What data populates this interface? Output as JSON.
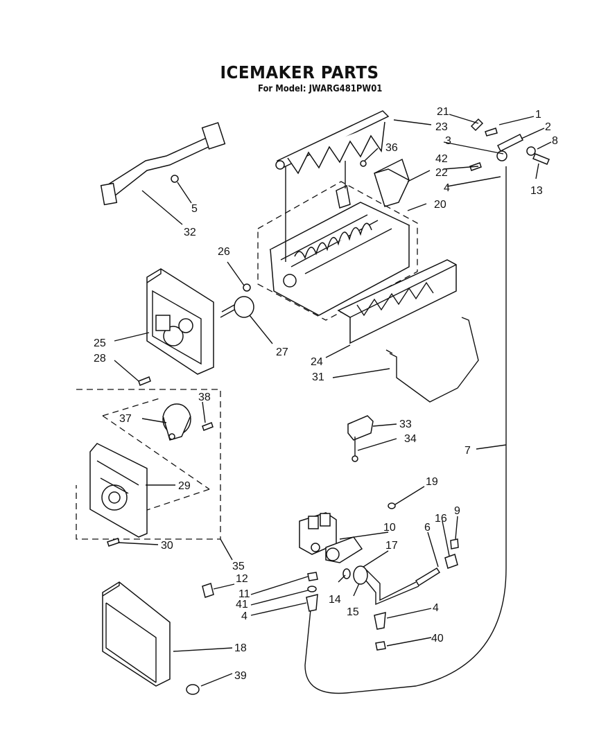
{
  "title": "ICEMAKER PARTS",
  "subtitle": "For Model: JWARG481PW01",
  "callouts": [
    {
      "id": "c1",
      "text": "1"
    },
    {
      "id": "c2",
      "text": "2"
    },
    {
      "id": "c8",
      "text": "8"
    },
    {
      "id": "c21",
      "text": "21"
    },
    {
      "id": "c23",
      "text": "23"
    },
    {
      "id": "c3",
      "text": "3"
    },
    {
      "id": "c36",
      "text": "36"
    },
    {
      "id": "c42",
      "text": "42"
    },
    {
      "id": "c22",
      "text": "22"
    },
    {
      "id": "c13",
      "text": "13"
    },
    {
      "id": "c4a",
      "text": "4"
    },
    {
      "id": "c20",
      "text": "20"
    },
    {
      "id": "c5",
      "text": "5"
    },
    {
      "id": "c32",
      "text": "32"
    },
    {
      "id": "c26",
      "text": "26"
    },
    {
      "id": "c25",
      "text": "25"
    },
    {
      "id": "c27",
      "text": "27"
    },
    {
      "id": "c28",
      "text": "28"
    },
    {
      "id": "c24",
      "text": "24"
    },
    {
      "id": "c31",
      "text": "31"
    },
    {
      "id": "c38",
      "text": "38"
    },
    {
      "id": "c37",
      "text": "37"
    },
    {
      "id": "c33",
      "text": "33"
    },
    {
      "id": "c34",
      "text": "34"
    },
    {
      "id": "c7",
      "text": "7"
    },
    {
      "id": "c29",
      "text": "29"
    },
    {
      "id": "c19",
      "text": "19"
    },
    {
      "id": "c30",
      "text": "30"
    },
    {
      "id": "c9",
      "text": "9"
    },
    {
      "id": "c16",
      "text": "16"
    },
    {
      "id": "c6",
      "text": "6"
    },
    {
      "id": "c10",
      "text": "10"
    },
    {
      "id": "c17",
      "text": "17"
    },
    {
      "id": "c35",
      "text": "35"
    },
    {
      "id": "c12",
      "text": "12"
    },
    {
      "id": "c11",
      "text": "11"
    },
    {
      "id": "c41",
      "text": "41"
    },
    {
      "id": "c14",
      "text": "14"
    },
    {
      "id": "c15",
      "text": "15"
    },
    {
      "id": "c4b",
      "text": "4"
    },
    {
      "id": "c4c",
      "text": "4"
    },
    {
      "id": "c40",
      "text": "40"
    },
    {
      "id": "c18",
      "text": "18"
    },
    {
      "id": "c39",
      "text": "39"
    }
  ]
}
